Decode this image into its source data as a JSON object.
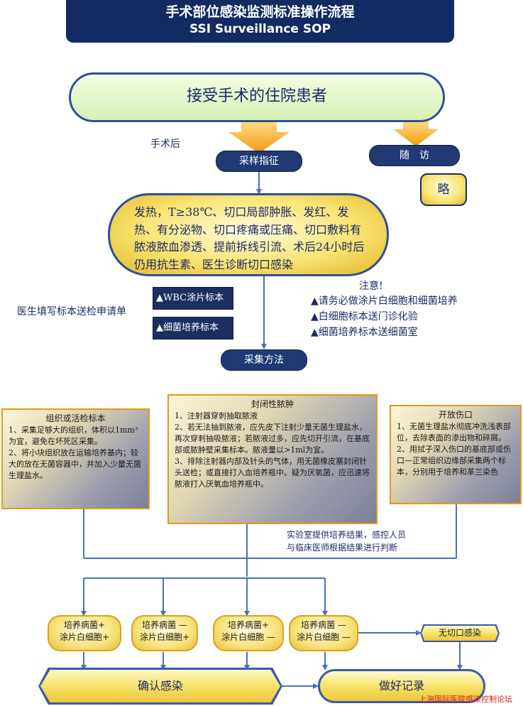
{
  "header": {
    "title_cn": "手术部位感染监测标准操作流程",
    "title_en": "SSI Surveillance SOP"
  },
  "start": {
    "label": "接受手术的住院患者"
  },
  "after_surgery": "手术后",
  "indication": {
    "label": "采样指征"
  },
  "followup": {
    "label": "随　访",
    "detail": "略"
  },
  "criteria": {
    "text": "发热，T≥38℃、切口局部肿胀、发红、发热、有分泌物、切口疼痛或压痛、切口敷料有脓液脓血渗透、提前拆线引流、术后24小时后仍用抗生素、医生诊断切口感染"
  },
  "doctor_note": "医生填写标本送检申请单",
  "specimens": [
    "▲WBC涂片标本",
    "▲细菌培养标本"
  ],
  "attention": {
    "title": "注意!",
    "items": [
      "▲请务必做涂片白细胞和细菌培养",
      "▲白细胞标本送门诊化验",
      "▲细菌培养标本送细菌室"
    ]
  },
  "method": {
    "label": "采集方法"
  },
  "tissue_box": {
    "title": "组织或活检标本",
    "text": "1、采集足够大的组织，体积以1mm³为宜，避免在坏死区采集。\n2、将小块组织放在运输培养基内；较大的放在无菌容器中，并加入少量无菌生理盐水。"
  },
  "closed_box": {
    "title": "封闭性脓肿",
    "text": "1、注射器穿刺抽取脓液\n2、若无法抽到脓液，应先皮下注射少量无菌生理盐水，再次穿刺抽吸脓液；若脓液过多，应先切开引流，在基底部或脓肿壁采集标本。脓液量以>1ml为宜。\n3、排除注射器内部及针头的气体，用无菌橡皮塞封闭针头送检；或直接打入血培养瓶中。疑为厌氧菌，应迅速将脓液打入厌氧血培养瓶中。"
  },
  "open_box": {
    "title": "开放伤口",
    "text": "1、无菌生理盐水彻底冲洗浅表部位，去除表面的渗出物和碎屑。\n2、用拭子深入伤口的基底部或伤口—正常组织边缘部采集两个标本，分别用于培养和革兰染色"
  },
  "lab_note": "实验室提供培养结果，感控人员\n与临床医师根据结果进行判断",
  "results": [
    {
      "line1": "培养病菌+",
      "line2": "涂片白细胞+"
    },
    {
      "line1": "培养病菌 —",
      "line2": "涂片白细胞+"
    },
    {
      "line1": "培养病菌+",
      "line2": "涂片白细胞 —"
    },
    {
      "line1": "培养病菌 —",
      "line2": "涂片白细胞 —"
    }
  ],
  "no_infection": {
    "label": "无切口感染"
  },
  "confirm": {
    "label": "确认感染"
  },
  "record": {
    "label": "做好记录"
  },
  "watermark": "上海国际医院感染控制论坛",
  "colors": {
    "navy": "#132a63",
    "line": "#4a6fc0",
    "arrow": "#f2a51e",
    "accent_orange": "#e39a1a"
  }
}
